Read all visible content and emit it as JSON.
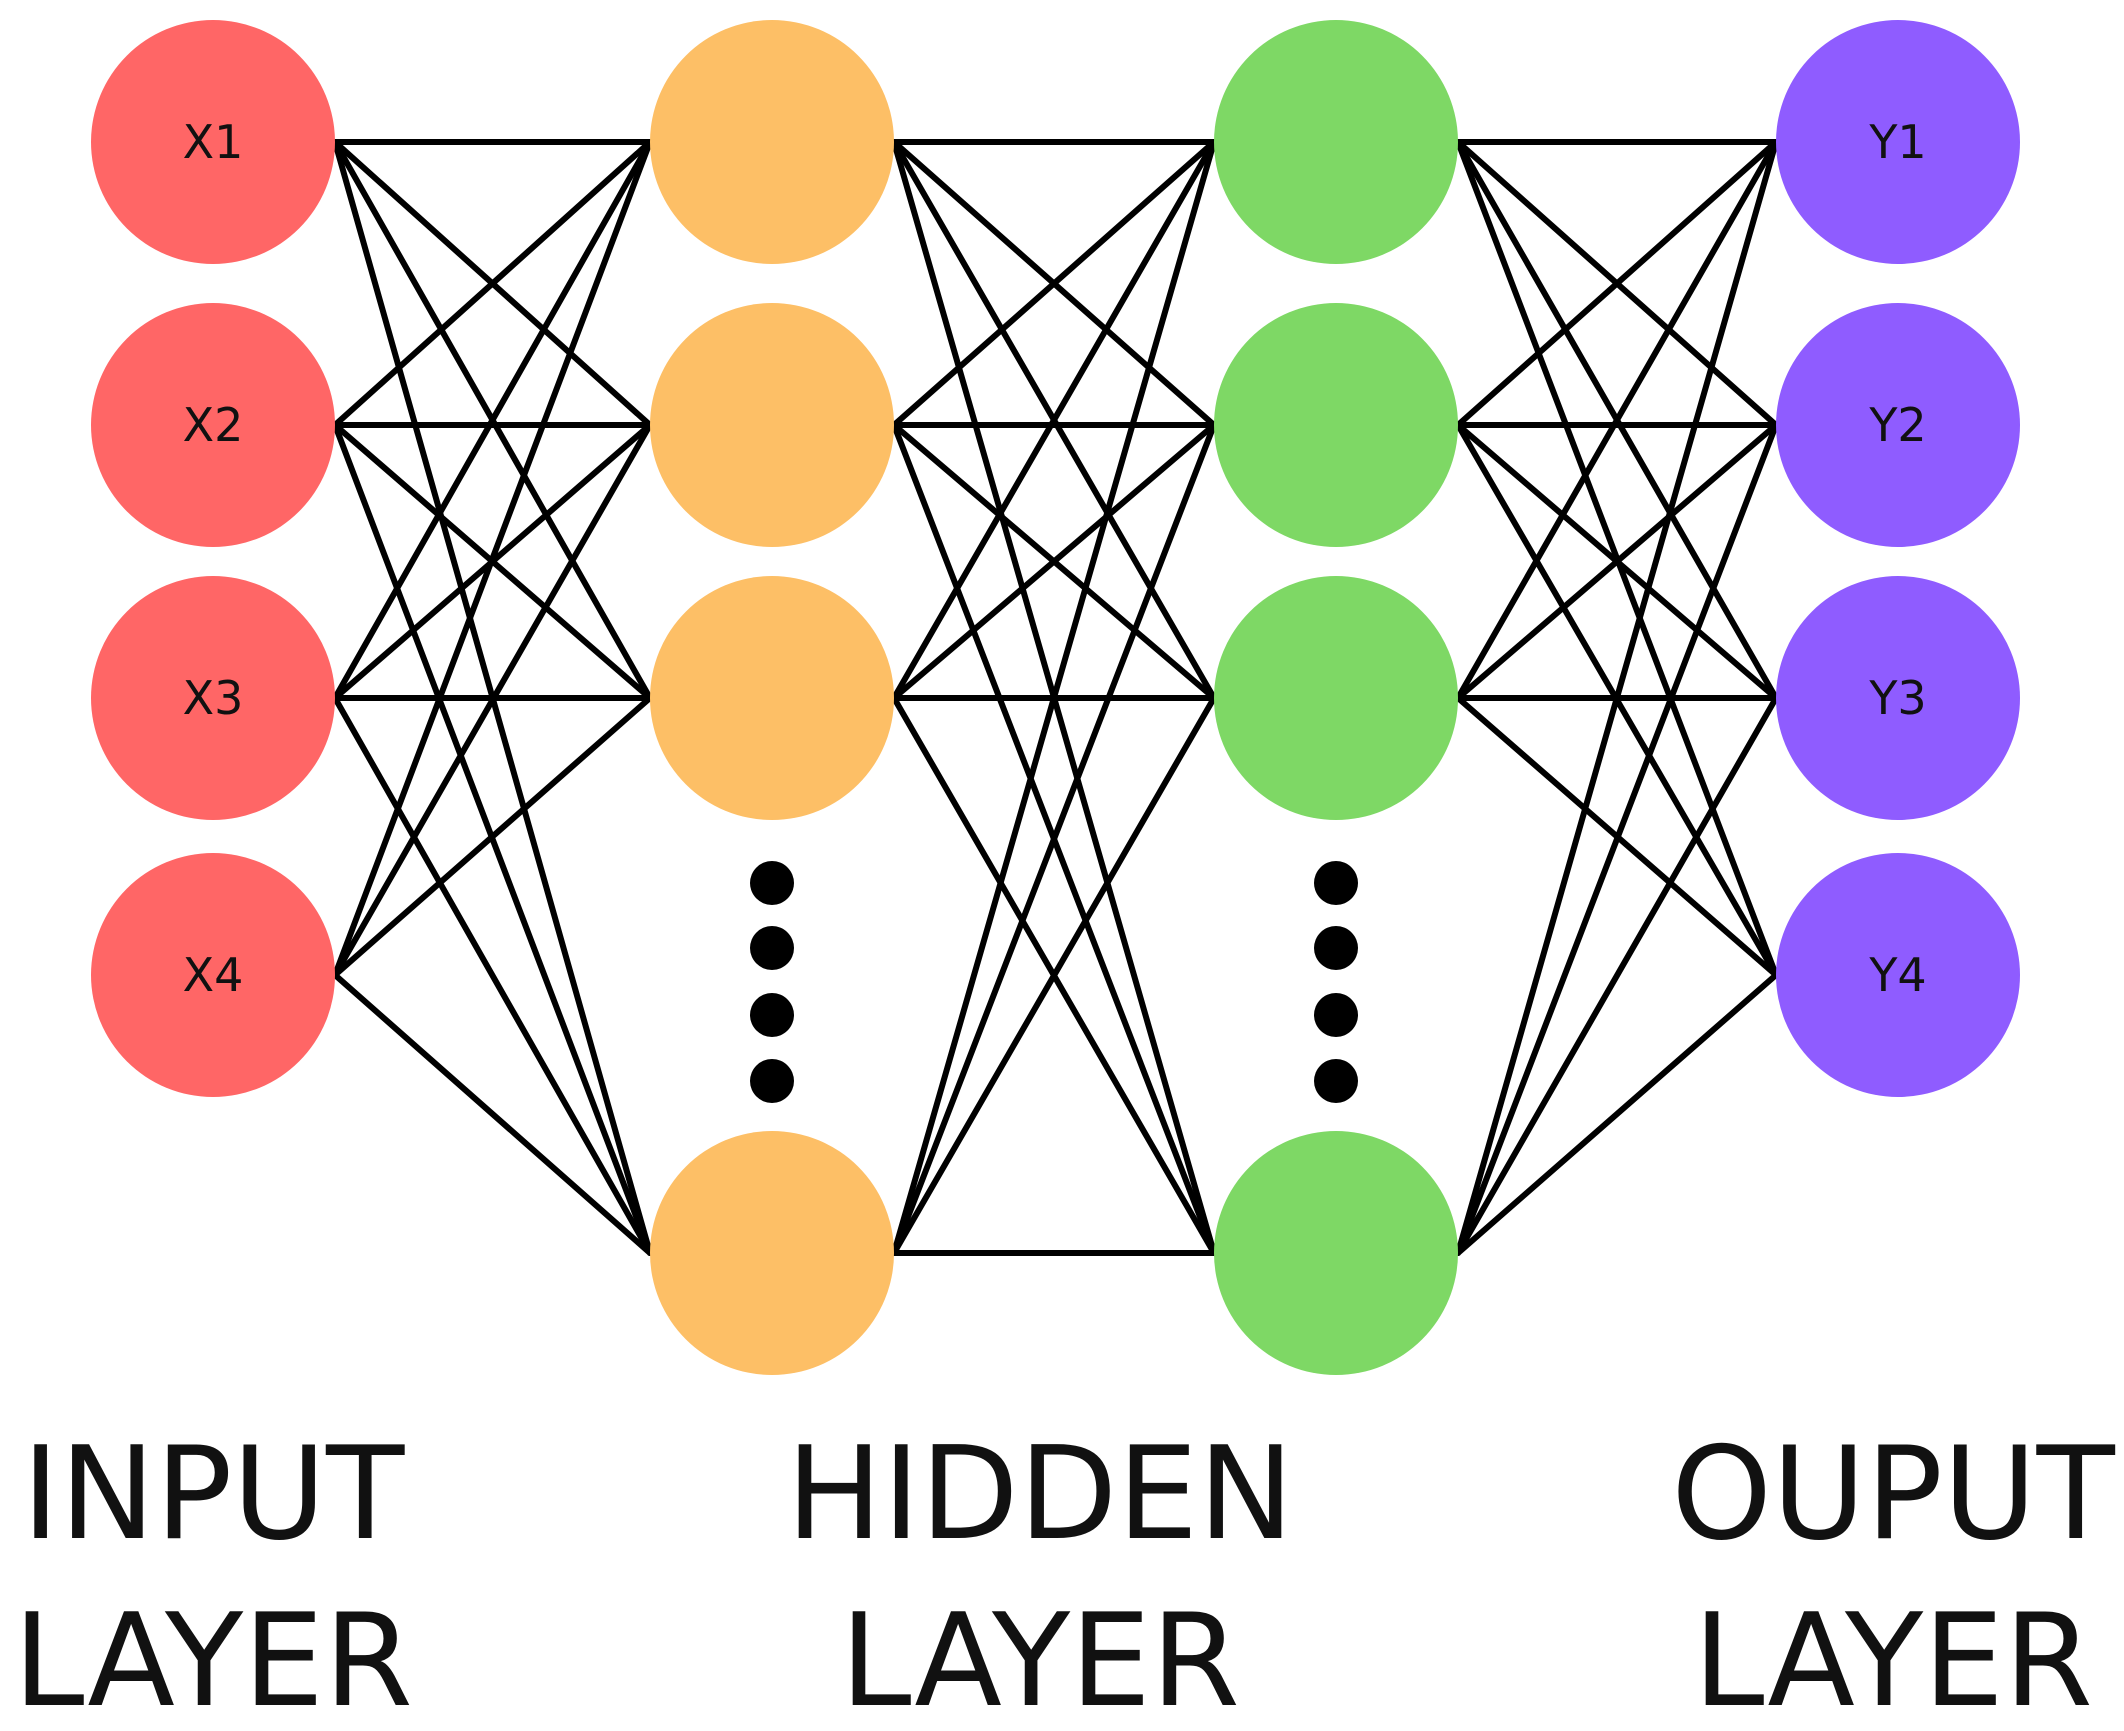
{
  "colors": {
    "input": "#FF6666",
    "hidden1": "#FDBF66",
    "hidden2": "#7ED865",
    "output": "#8F5CFF",
    "edge": "#000000",
    "background": "#FFFFFF"
  },
  "input_nodes": [
    "X1",
    "X2",
    "X3",
    "X4"
  ],
  "output_nodes": [
    "Y1",
    "Y2",
    "Y3",
    "Y4"
  ],
  "hidden_layer_1": {
    "visible_nodes": 4,
    "ellipsis_dots": 4
  },
  "hidden_layer_2": {
    "visible_nodes": 4,
    "ellipsis_dots": 4
  },
  "layer_labels": {
    "input": {
      "line1": "INPUT",
      "line2": "LAYER"
    },
    "hidden": {
      "line1": "HIDDEN",
      "line2": "LAYER"
    },
    "output": {
      "line1": "OUPUT",
      "line2": "LAYER"
    }
  }
}
